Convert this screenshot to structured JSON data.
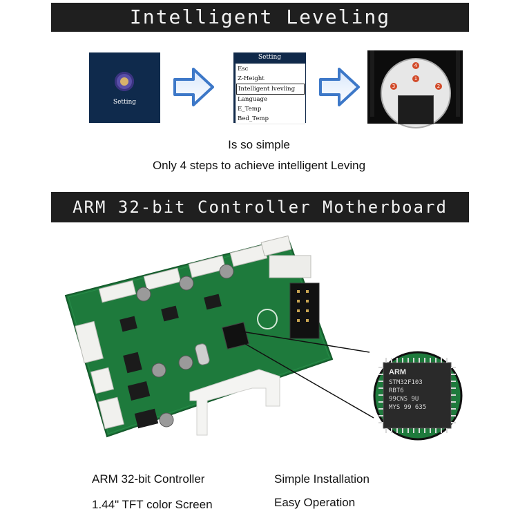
{
  "sections": {
    "leveling_title": "Intelligent Leveling",
    "controller_title": "ARM 32-bit Controller Motherboard"
  },
  "screens": {
    "setting_label": "Setting",
    "menu_title": "Setting",
    "menu_items": [
      "Esc",
      "Z-Height",
      "Intelligent lvevling",
      "Language",
      "E_Temp",
      "Bed_Temp"
    ],
    "bed_points": [
      "4",
      "1",
      "3",
      "2"
    ]
  },
  "captions": {
    "line1": "Is so simple",
    "line2": "Only  4  steps  to  achieve intelligent Leving"
  },
  "chip": {
    "brand": "ARM",
    "lines": [
      "STM32F103",
      "RBT6",
      "99CNS 9U",
      "MYS 99 635"
    ]
  },
  "features": {
    "left": [
      "ARM 32-bit Controller",
      "1.44\" TFT color  Screen"
    ],
    "right": [
      "Simple Installation",
      "Easy Operation"
    ]
  },
  "colors": {
    "banner": "#1f1f1f",
    "pcb": "#1e7a3c",
    "screen_bg": "#0f2a4c",
    "arrow": "#3d78c8"
  }
}
